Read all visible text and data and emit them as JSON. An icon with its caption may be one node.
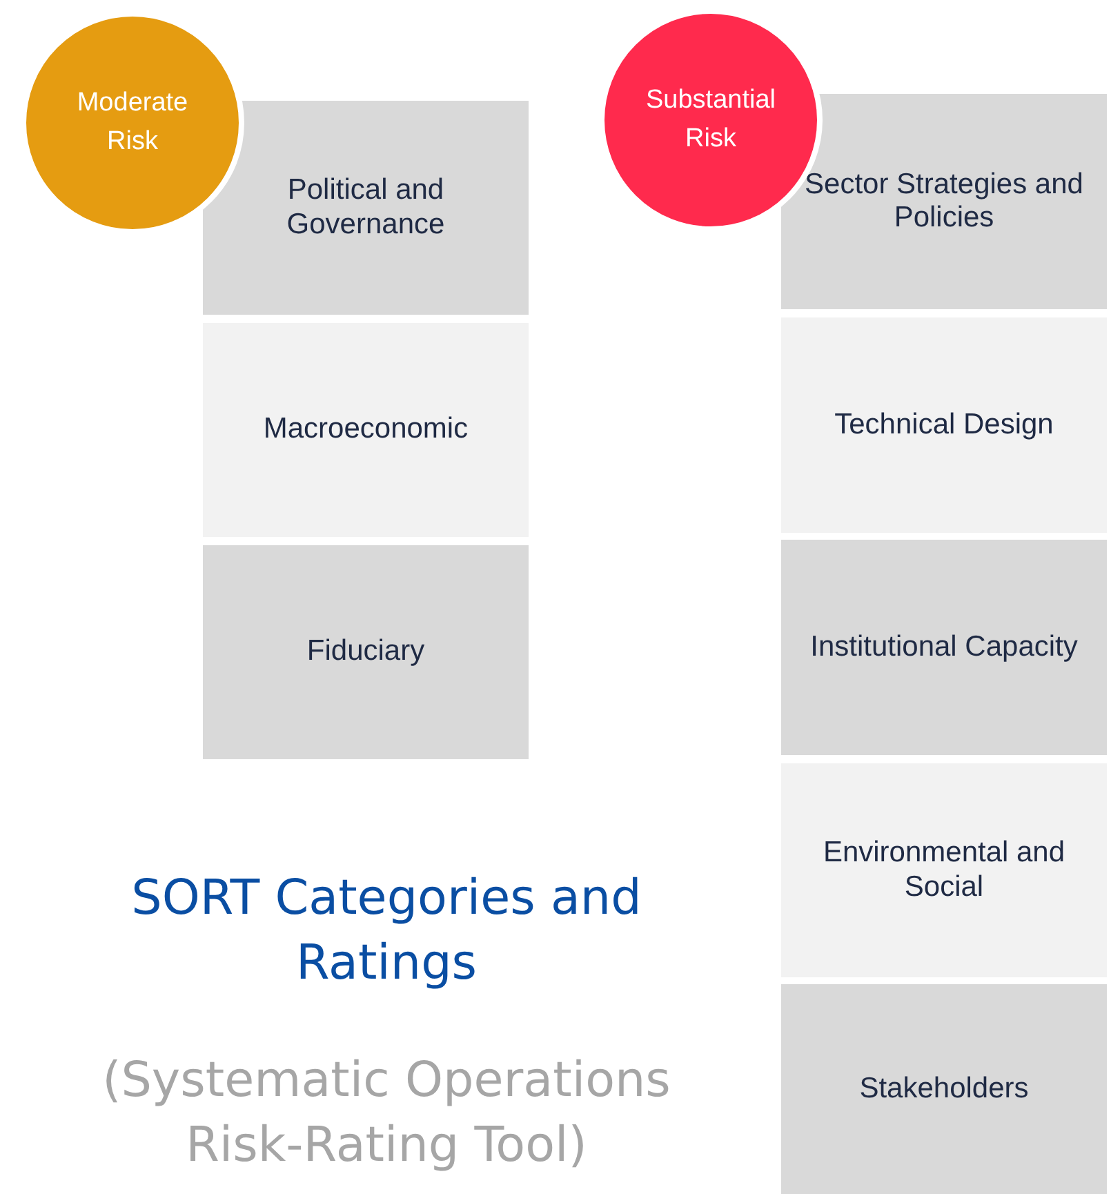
{
  "diagram": {
    "title": "SORT Categories and Ratings",
    "caption": "(Systematic Operations Risk-Rating Tool)",
    "nodes": [
      {
        "text": [
          "Moderate Risk"
        ]
      },
      {
        "text": [
          "Political and Governance"
        ]
      },
      {
        "text": [
          "Macroeconomic"
        ]
      },
      {
        "text": [
          "Fiduciary"
        ]
      },
      {
        "text": [
          "Substantial Risk"
        ]
      },
      {
        "text": [
          "Sector Strategies and Policies"
        ]
      },
      {
        "text": [
          "Technical Design"
        ]
      },
      {
        "text": [
          "Institutional Capacity"
        ]
      },
      {
        "text": [
          "Environmental and Social"
        ]
      },
      {
        "text": [
          "Stakeholders"
        ]
      }
    ]
  }
}
